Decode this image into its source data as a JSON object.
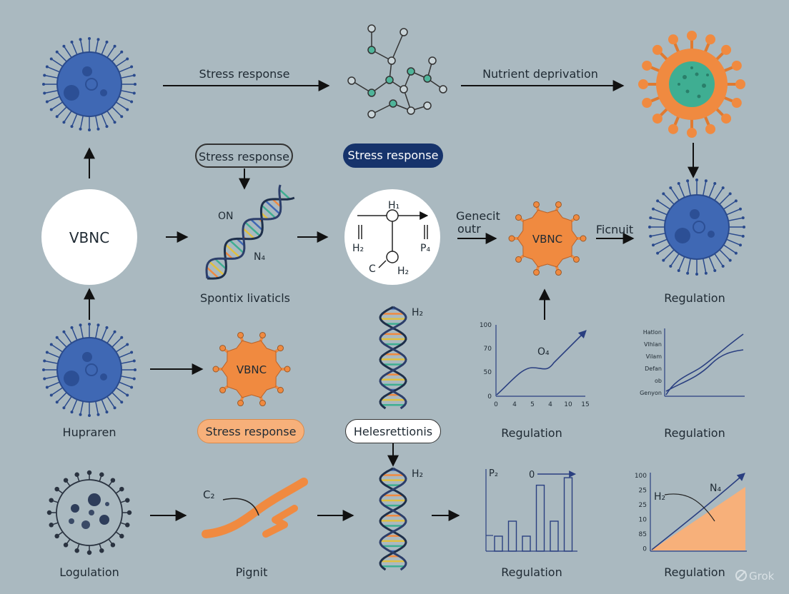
{
  "labels": {
    "top_arrow_1": "Stress response",
    "top_arrow_2": "Nutrient deprivation",
    "pill_outline": "Stress response",
    "pill_navy": "Stress response",
    "pill_orange": "Stress response",
    "pill_white": "Helesrettionis",
    "vbnc_circle": "VBNC",
    "vbnc_orange_mid": "VBNC",
    "vbnc_orange_left": "VBNC",
    "dna_on": "ON",
    "dna_n4": "N₄",
    "spontix": "Spontix livaticls",
    "mol_h1": "H₁",
    "mol_h2_left": "H₂",
    "mol_p4": "P₄",
    "mol_c": "C",
    "mol_h2_bottom": "H₂",
    "genecit_line1": "Genecit",
    "genecit_line2": "outr",
    "ficnuit": "Ficnuit",
    "regulation_r2": "Regulation",
    "hupraren": "Hupraren",
    "dna_h2_mid": "H₂",
    "regulation_graph1": "Regulation",
    "regulation_graph2": "Regulation",
    "logulation": "Logulation",
    "pignit": "Pignit",
    "c2": "C₂",
    "dna_h2_bottom": "H₂",
    "regulation_bar": "Regulation",
    "regulation_area": "Regulation",
    "watermark": "Grok"
  },
  "chart_data": [
    {
      "type": "line",
      "x_ticks": [
        "0",
        "4",
        "5",
        "4",
        "10",
        "15"
      ],
      "y_ticks": [
        "100",
        "70",
        "50",
        "0"
      ],
      "annotation": "O₄",
      "title": "",
      "xlabel": "",
      "ylabel": ""
    },
    {
      "type": "line",
      "y_ticks": [
        "Hatlon",
        "Vlhlan",
        "Vilam",
        "Defan",
        "ob",
        "Genyon"
      ],
      "title": "",
      "xlabel": "",
      "ylabel": ""
    },
    {
      "type": "bar",
      "values": [
        20,
        40,
        20,
        88,
        40,
        98
      ],
      "annotations": [
        "P₂",
        "0"
      ],
      "title": "",
      "xlabel": "",
      "ylabel": ""
    },
    {
      "type": "area",
      "y_ticks": [
        "100",
        "25",
        "25",
        "10",
        "85",
        "0"
      ],
      "annotations": [
        "H₂",
        "N₄"
      ],
      "title": "",
      "xlabel": "",
      "ylabel": ""
    }
  ],
  "colors": {
    "background": "#aab9c0",
    "blue_cell": "#3f68b4",
    "orange": "#f08a40",
    "teal": "#3fae92",
    "navy": "#16336b",
    "area_fill": "#f7b07a"
  }
}
